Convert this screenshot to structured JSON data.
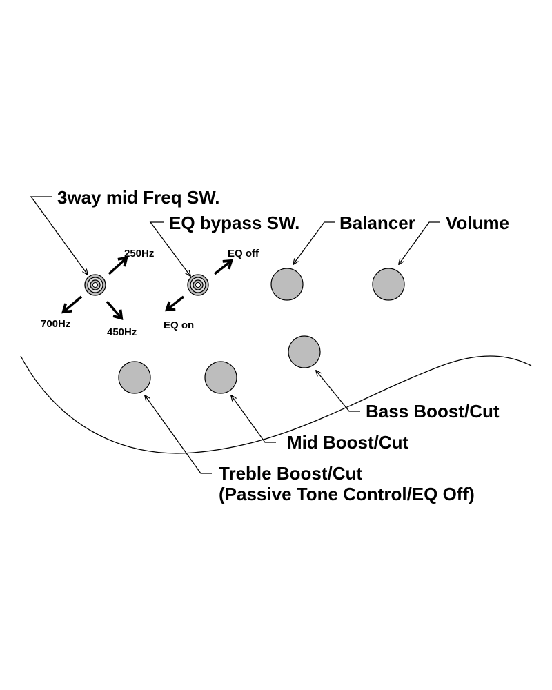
{
  "labels": {
    "mid_freq_switch": "3way mid Freq SW.",
    "eq_bypass_switch": "EQ bypass SW.",
    "balancer": "Balancer",
    "volume": "Volume",
    "bass": "Bass Boost/Cut",
    "mid": "Mid Boost/Cut",
    "treble_line1": "Treble Boost/Cut",
    "treble_line2": "(Passive Tone Control/EQ Off)"
  },
  "mid_freq_positions": {
    "up": "250Hz",
    "left": "700Hz",
    "down": "450Hz"
  },
  "eq_bypass_positions": {
    "up": "EQ off",
    "down": "EQ on"
  },
  "colors": {
    "knob_fill": "#bdbdbd",
    "line": "#000000"
  }
}
